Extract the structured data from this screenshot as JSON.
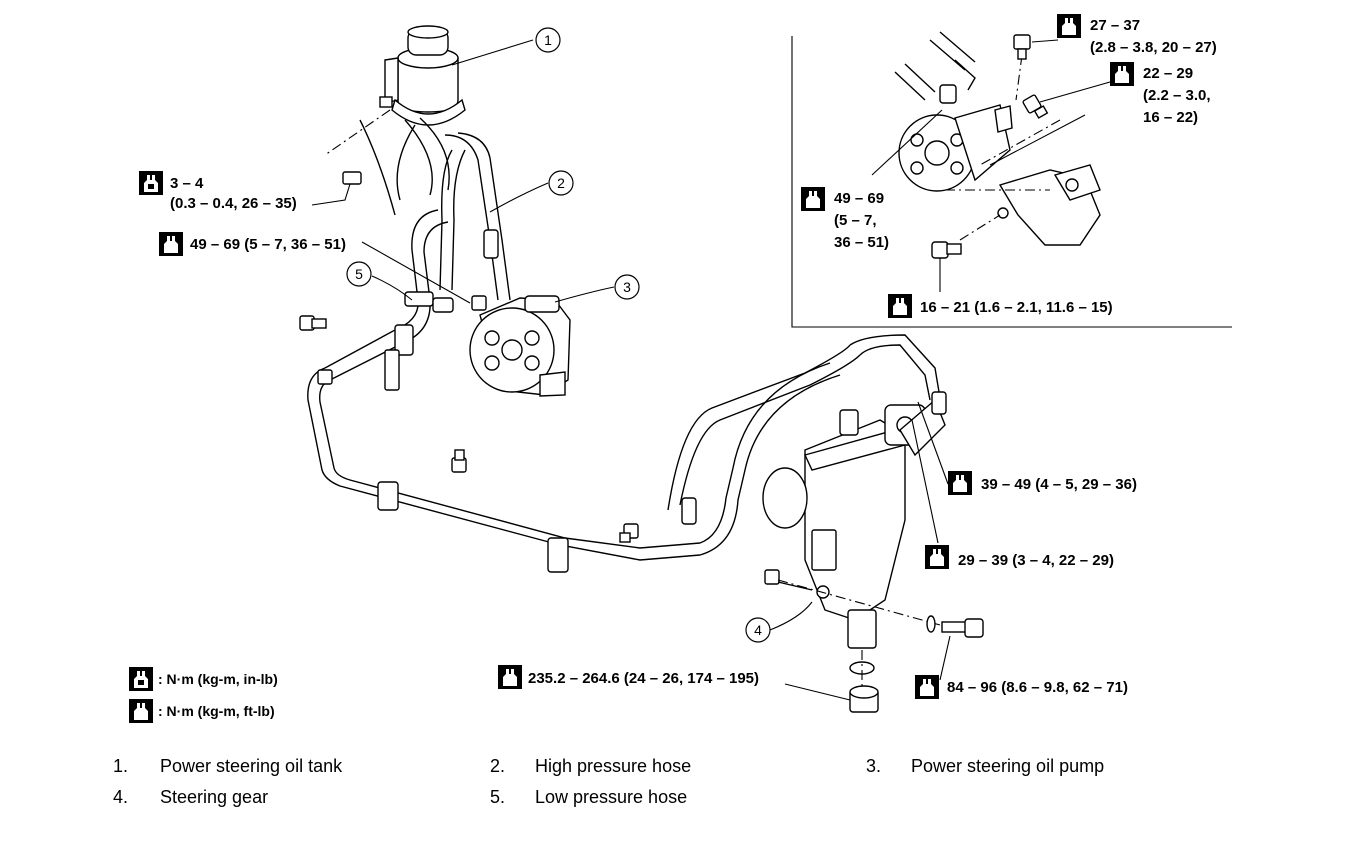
{
  "torque_labels": {
    "reservoir_bolt": [
      "3 – 4",
      "(0.3 – 0.4, 26 – 35)"
    ],
    "hose_eye_bolt": [
      "49 – 69 (5 – 7, 36 – 51)"
    ],
    "inset_top": [
      "27 – 37",
      "(2.8 – 3.8, 20 – 27)"
    ],
    "inset_mid": [
      "22 – 29",
      "(2.2 – 3.0,",
      "16 – 22)"
    ],
    "inset_pump": [
      "49 – 69",
      "(5 – 7,",
      "36 – 51)"
    ],
    "inset_bracket": [
      "16 – 21 (1.6 – 2.1, 11.6 – 15)"
    ],
    "gear_flare_1": [
      "39 – 49 (4 – 5, 29 – 36)"
    ],
    "gear_flare_2": [
      "29 – 39 (3 – 4, 22 – 29)"
    ],
    "gear_mount": [
      "84 – 96 (8.6 – 9.8, 62 – 71)"
    ],
    "pitman_nut": [
      "235.2 – 264.6 (24 – 26, 174 – 195)"
    ]
  },
  "callouts": [
    "1",
    "2",
    "3",
    "4",
    "5"
  ],
  "legend": [
    {
      "icon": "torque-wrench-solid-icon",
      "text": ": N·m (kg-m, in-lb)"
    },
    {
      "icon": "torque-wrench-outline-icon",
      "text": ": N·m (kg-m, ft-lb)"
    }
  ],
  "parts": [
    {
      "num": "1.",
      "name": "Power steering oil tank"
    },
    {
      "num": "2.",
      "name": "High pressure hose"
    },
    {
      "num": "3.",
      "name": "Power steering oil pump"
    },
    {
      "num": "4.",
      "name": "Steering gear"
    },
    {
      "num": "5.",
      "name": "Low pressure hose"
    }
  ]
}
